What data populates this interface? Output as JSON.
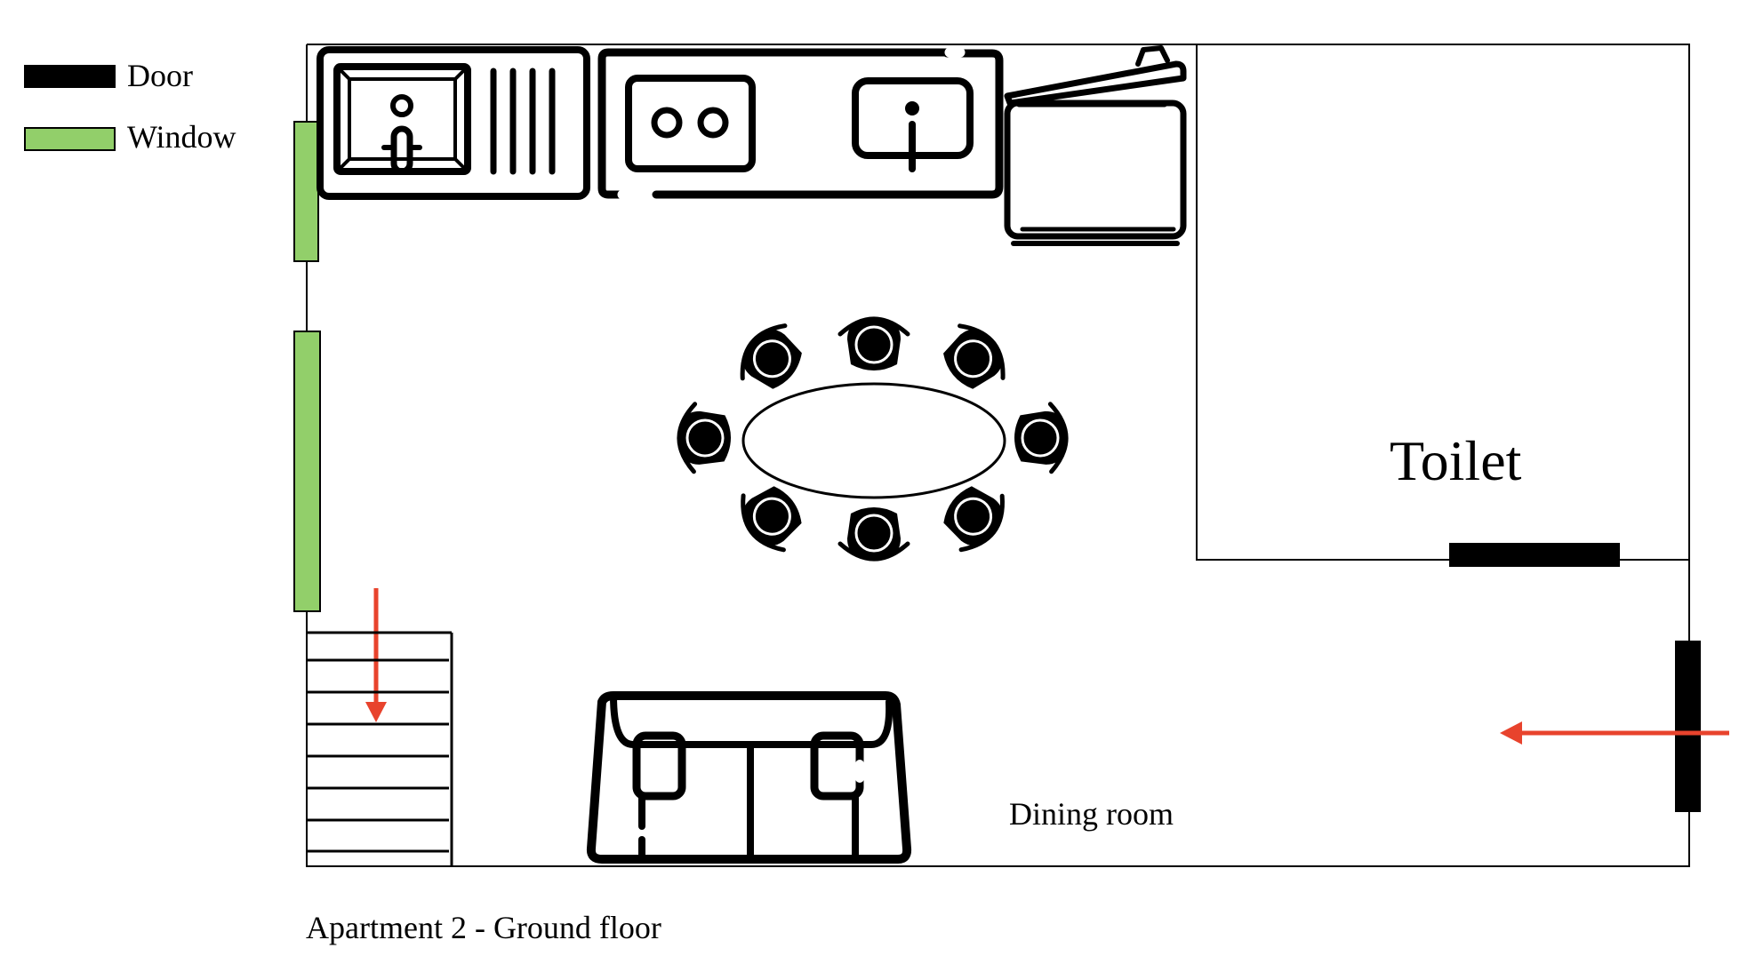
{
  "legend": {
    "door_label": "Door",
    "window_label": "Window",
    "door_color": "#000000",
    "window_color": "#92cf6a"
  },
  "rooms": {
    "toilet_label": "Toilet",
    "dining_label": "Dining room"
  },
  "caption": "Apartment 2 - Ground floor",
  "colors": {
    "arrow": "#e8432d",
    "wall": "#000000",
    "furniture": "#000000"
  },
  "icons": [
    "kitchen-sink-icon",
    "stove-icon",
    "washbasin-icon",
    "washing-machine-icon",
    "dining-table-icon",
    "chair-icon",
    "sofa-icon",
    "staircase-icon"
  ]
}
